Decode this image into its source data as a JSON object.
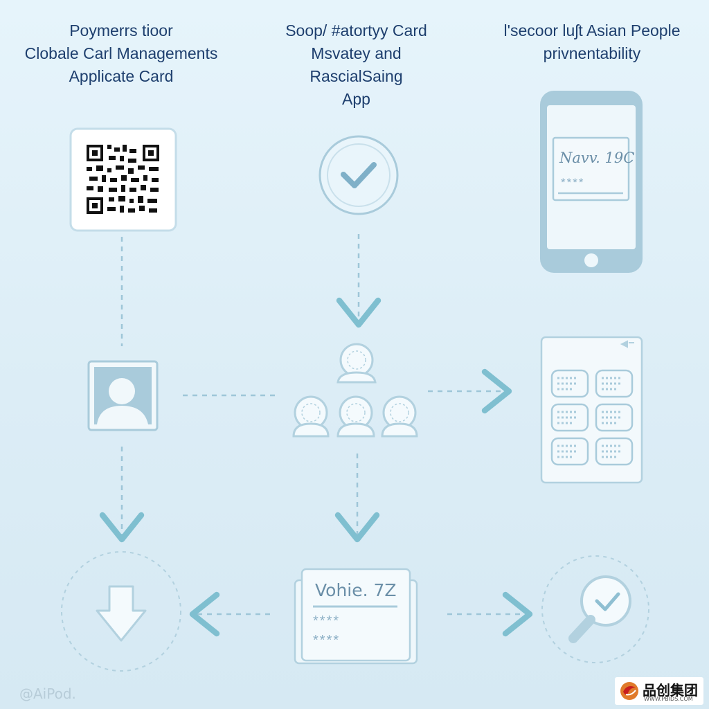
{
  "headings": {
    "left": [
      "Poymerrs tioor",
      "Clobale Carl Managements",
      "Applicate Card"
    ],
    "center": [
      "Soop/ #atortyy Card",
      "Msvatey and",
      "RascialSaing",
      "App"
    ],
    "right": [
      "l'secoor luʃt Asian People",
      "privnentability"
    ]
  },
  "phone": {
    "text": "Navv. 19C",
    "stars": "****"
  },
  "rating_card": {
    "text": "Vohie. 7Z",
    "stars_row1": "****",
    "stars_row2": "****"
  },
  "credit": "@AiPod.",
  "watermark": {
    "name": "品创集团",
    "url": "WWW.PBIDS.COM"
  },
  "colors": {
    "background": "#e2f1f9",
    "line": "#9ec6d8",
    "arrow": "#7fbfd0",
    "heading_text": "#1e3f6e",
    "icon_fill": "#a9cbdb"
  },
  "icons": [
    "qr-code",
    "check-circle",
    "smartphone",
    "user-photo",
    "people-group",
    "tablet-grid",
    "download-arrow",
    "rating-card",
    "magnifier-check"
  ]
}
